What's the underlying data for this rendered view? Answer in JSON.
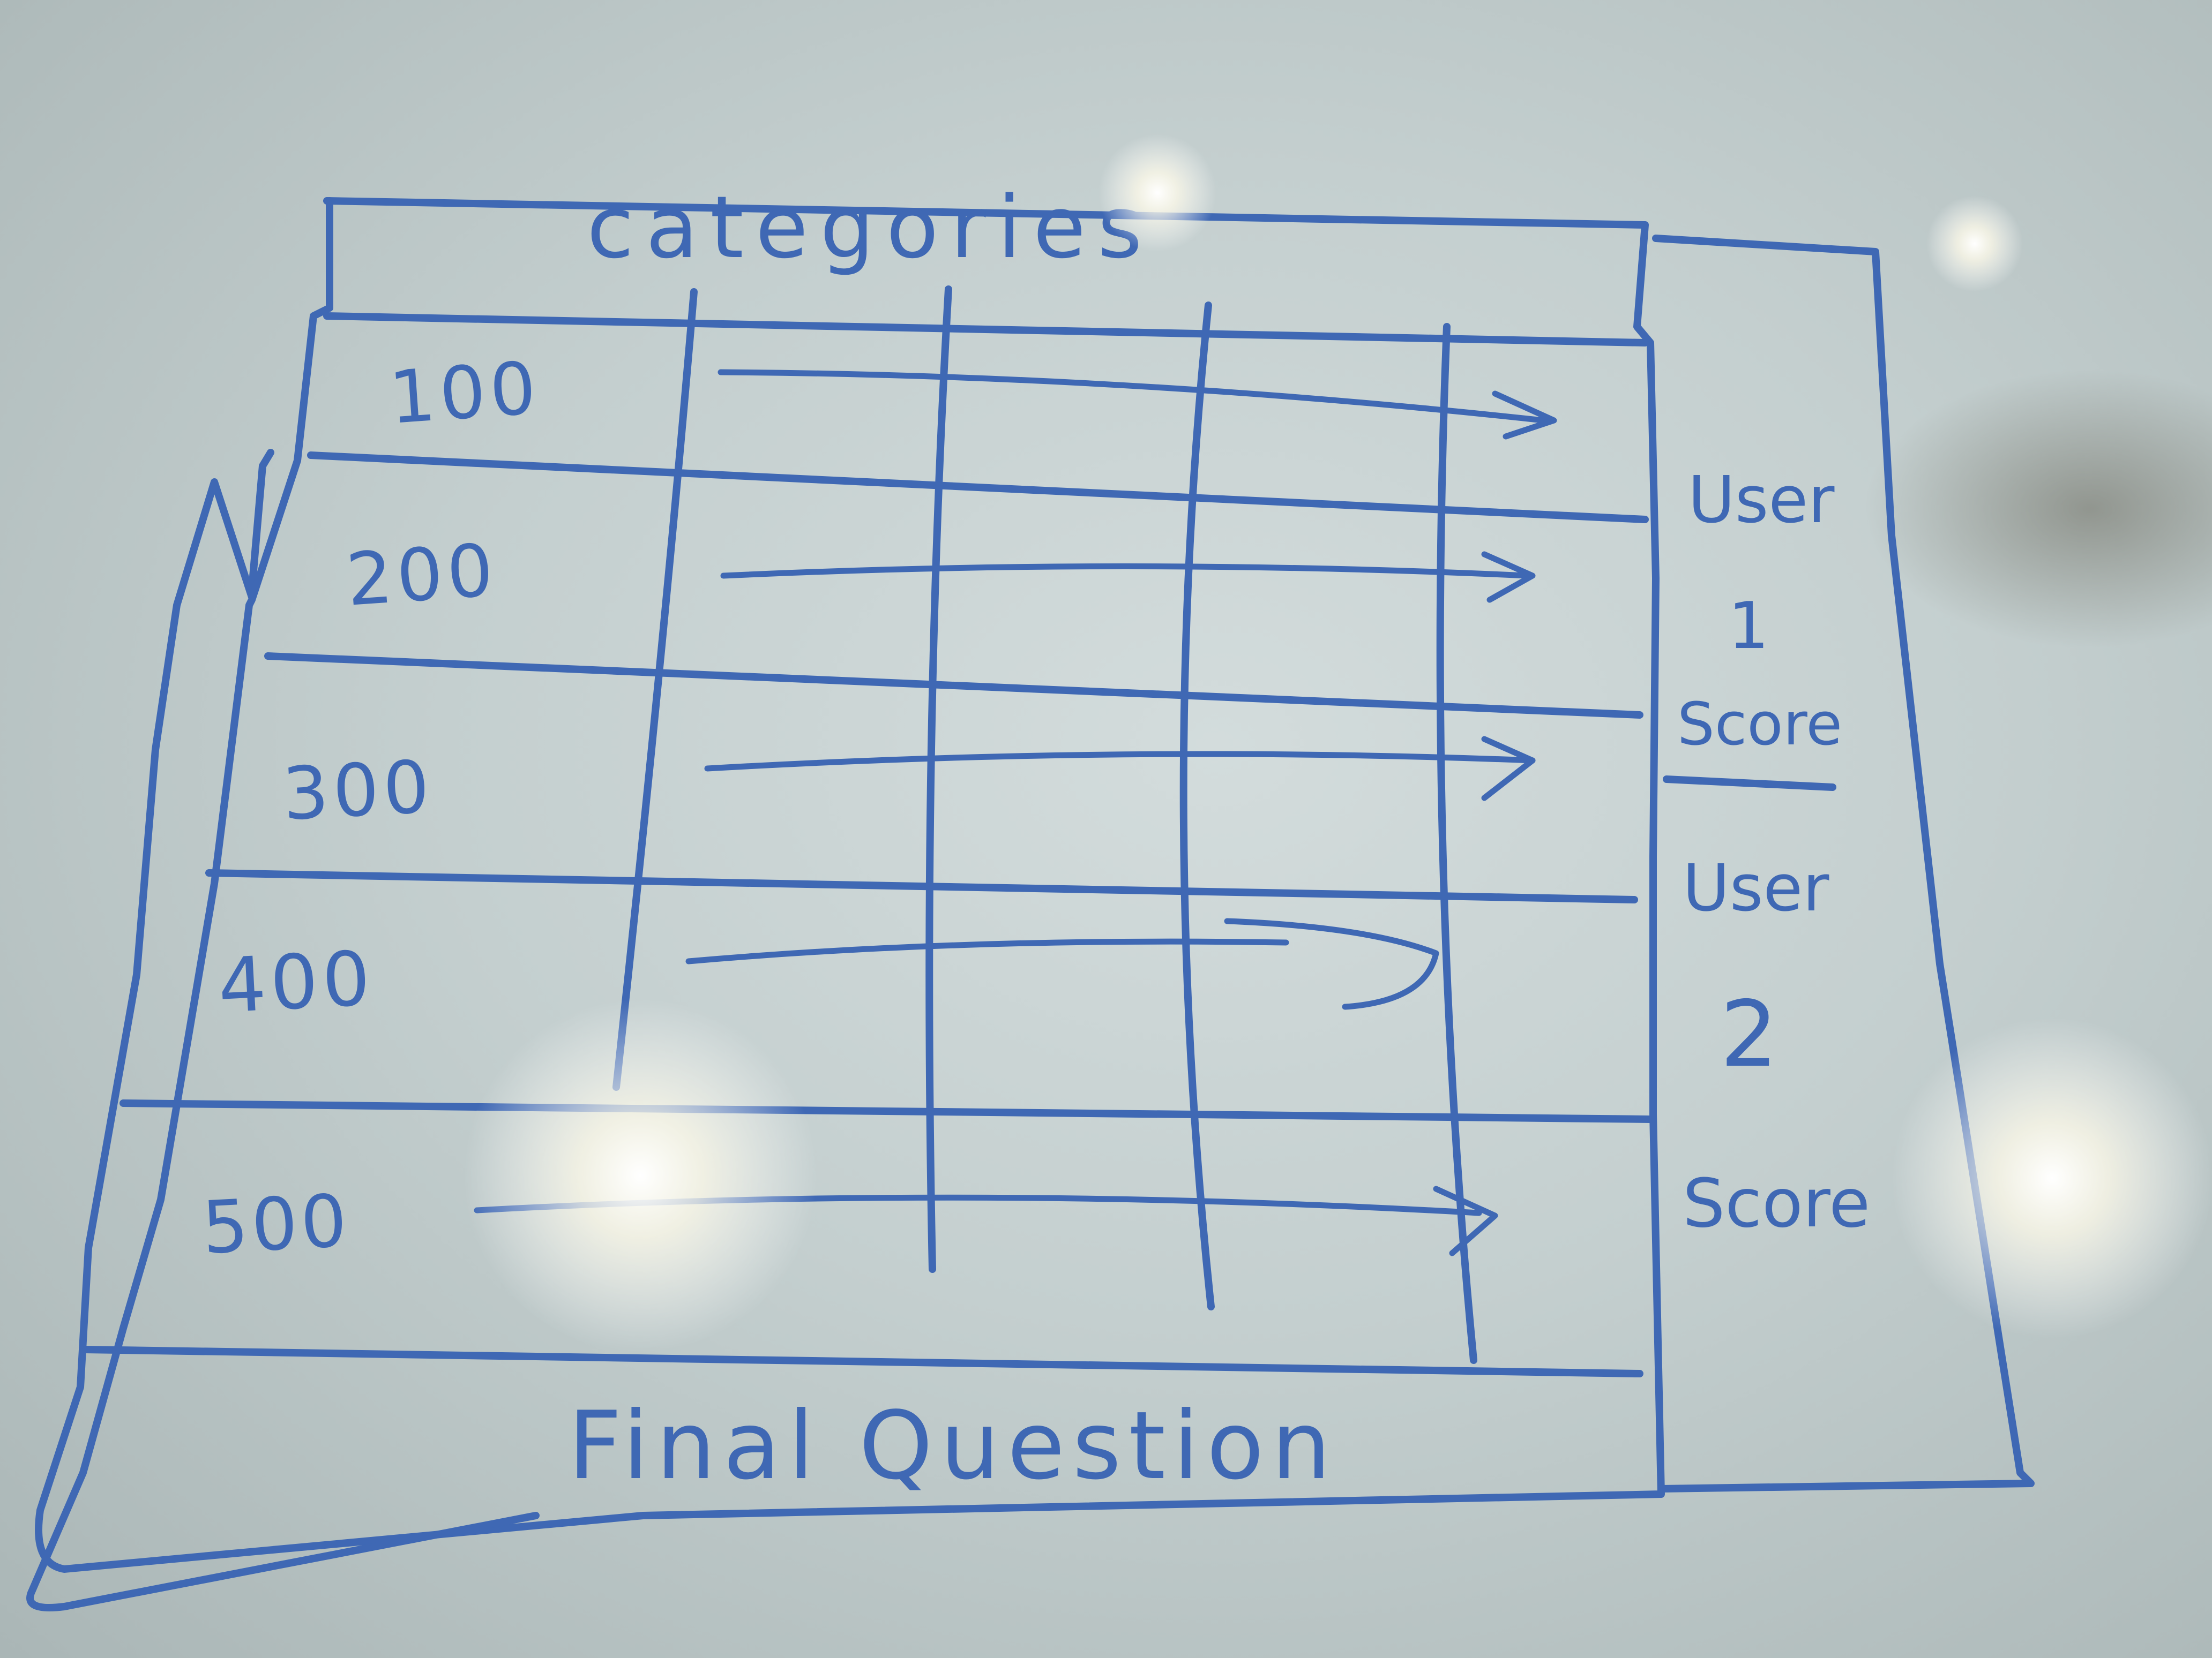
{
  "board": {
    "header_label": "categories",
    "point_values": [
      "100",
      "200",
      "300",
      "400",
      "500"
    ],
    "footer_label": "Final Question",
    "score_panel": {
      "user1": {
        "line1": "User",
        "line2": "1",
        "line3": "Score"
      },
      "user2": {
        "line1": "User",
        "line2": "2",
        "line3": "Score"
      }
    }
  },
  "colors": {
    "ink": "#3f68b4",
    "board": "#c9d3d3"
  }
}
